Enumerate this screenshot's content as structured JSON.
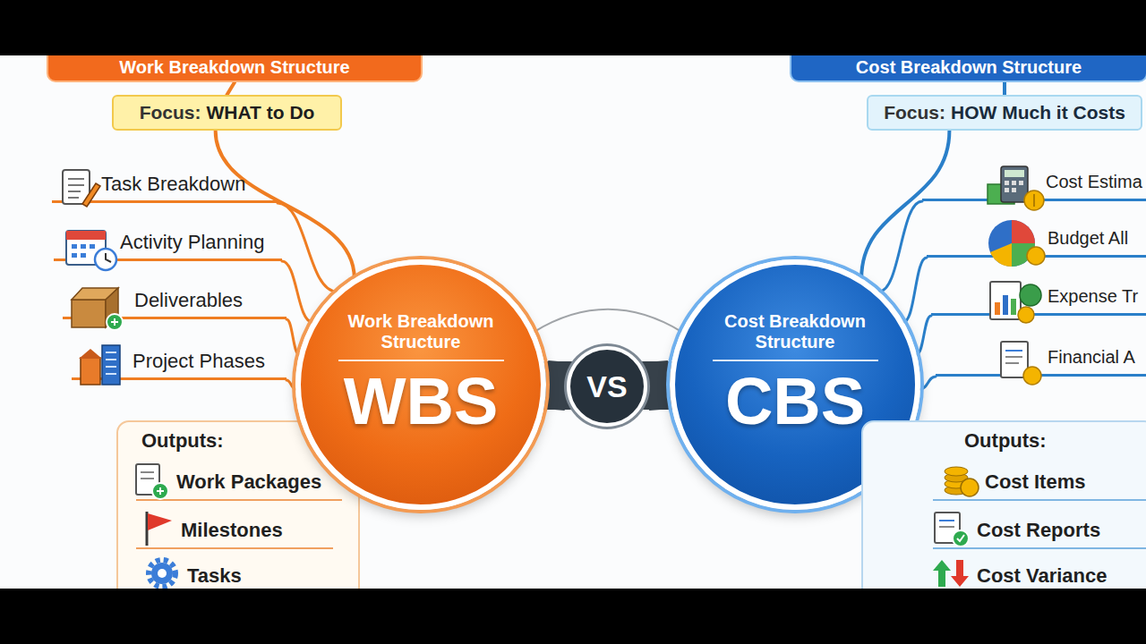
{
  "diagram": {
    "nodes": [
      {
        "text": [
          "Work Breakdown Structure"
        ]
      },
      {
        "text": [
          "Focus:",
          "WHAT to Do"
        ]
      },
      {
        "text": [
          "Task Breakdown"
        ]
      },
      {
        "text": [
          "Activity Planning"
        ]
      },
      {
        "text": [
          "Deliverables"
        ]
      },
      {
        "text": [
          "Project Phases"
        ]
      },
      {
        "text": [
          "Outputs:"
        ]
      },
      {
        "text": [
          "Work Packages"
        ],
        "in": 6
      },
      {
        "text": [
          "Milestones"
        ],
        "in": 6
      },
      {
        "text": [
          "Tasks"
        ],
        "in": 6
      },
      {
        "text": [
          "Work Breakdown Structure",
          "WBS"
        ]
      },
      {
        "text": [
          "VS"
        ]
      },
      {
        "text": [
          "Cost Breakdown Structure",
          "CBS"
        ]
      },
      {
        "text": [
          "Cost Breakdown Structure"
        ]
      },
      {
        "text": [
          "Focus:",
          "HOW Much it Costs"
        ]
      },
      {
        "text": [
          "Cost Estima"
        ]
      },
      {
        "text": [
          "Budget All"
        ]
      },
      {
        "text": [
          "Expense Tr"
        ]
      },
      {
        "text": [
          "Financial A"
        ]
      },
      {
        "text": [
          "Outputs:"
        ]
      },
      {
        "text": [
          "Cost Items"
        ],
        "in": 19
      },
      {
        "text": [
          "Cost Reports"
        ],
        "in": 19
      },
      {
        "text": [
          "Cost Variance"
        ],
        "in": 19
      }
    ],
    "edges": [
      {
        "from": 0,
        "to": 1,
        "arrow": "none"
      },
      {
        "from": 1,
        "to": 10,
        "arrow": "none"
      },
      {
        "from": 10,
        "to": 2,
        "arrow": "none"
      },
      {
        "from": 10,
        "to": 3,
        "arrow": "none"
      },
      {
        "from": 10,
        "to": 4,
        "arrow": "none"
      },
      {
        "from": 10,
        "to": 5,
        "arrow": "none"
      },
      {
        "from": 10,
        "to": 7,
        "arrow": "none"
      },
      {
        "from": 10,
        "to": 8,
        "arrow": "none"
      },
      {
        "from": 10,
        "to": 9,
        "arrow": "none"
      },
      {
        "from": 10,
        "to": 11,
        "arrow": "none"
      },
      {
        "from": 11,
        "to": 12,
        "arrow": "none"
      },
      {
        "from": 10,
        "to": 12,
        "arrow": "none"
      },
      {
        "from": 13,
        "to": 14,
        "arrow": "none"
      },
      {
        "from": 14,
        "to": 12,
        "arrow": "none"
      },
      {
        "from": 12,
        "to": 15,
        "arrow": "none"
      },
      {
        "from": 12,
        "to": 16,
        "arrow": "none"
      },
      {
        "from": 12,
        "to": 17,
        "arrow": "none"
      },
      {
        "from": 12,
        "to": 18,
        "arrow": "none"
      },
      {
        "from": 12,
        "to": 20,
        "arrow": "none"
      },
      {
        "from": 12,
        "to": 21,
        "arrow": "none"
      },
      {
        "from": 12,
        "to": 22,
        "arrow": "none"
      }
    ]
  }
}
